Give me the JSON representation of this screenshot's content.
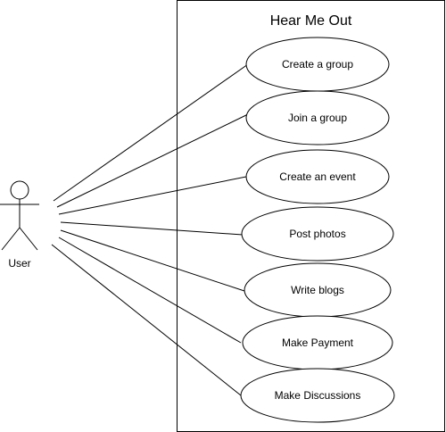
{
  "system": {
    "title": "Hear Me Out"
  },
  "actor": {
    "label": "User"
  },
  "use_cases": [
    {
      "label": "Create a group"
    },
    {
      "label": "Join a group"
    },
    {
      "label": "Create an event"
    },
    {
      "label": "Post photos"
    },
    {
      "label": "Write blogs"
    },
    {
      "label": "Make Payment"
    },
    {
      "label": "Make Discussions"
    }
  ]
}
